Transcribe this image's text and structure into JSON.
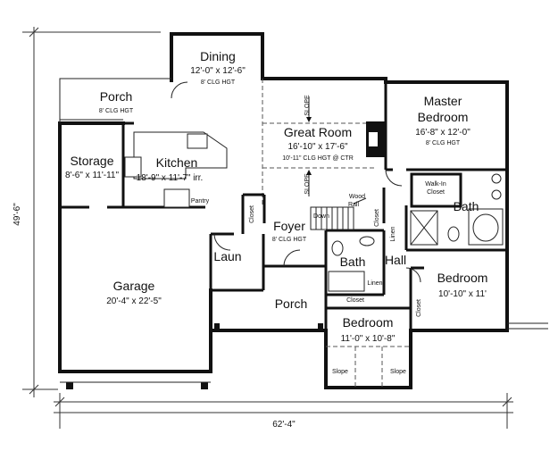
{
  "dimensions": {
    "depth": "49'-6\"",
    "width": "62'-4\""
  },
  "rooms": {
    "dining": {
      "name": "Dining",
      "size": "12'-0\" x 12'-6\"",
      "ceiling": "8' CLG HGT"
    },
    "porch_rear": {
      "name": "Porch",
      "ceiling": "8' CLG HGT"
    },
    "great_room": {
      "name": "Great Room",
      "size": "16'-10\" x 17'-6\"",
      "ceiling": "10'-11\" CLG HGT @ CTR"
    },
    "master": {
      "name_line1": "Master",
      "name_line2": "Bedroom",
      "size": "16'-8\" x 12'-0\"",
      "ceiling": "8' CLG HGT"
    },
    "storage": {
      "name": "Storage",
      "size": "8'-6\" x 11'-11\""
    },
    "kitchen": {
      "name": "Kitchen",
      "size": "18'-9\" x 11'-7\" irr."
    },
    "walkin": {
      "line1": "Walk-In",
      "line2": "Closet"
    },
    "master_bath": {
      "name": "Bath"
    },
    "foyer": {
      "name": "Foyer",
      "ceiling": "8' CLG HGT"
    },
    "laundry": {
      "name": "Laun"
    },
    "bath2": {
      "name": "Bath"
    },
    "hall": {
      "name": "Hall"
    },
    "bedroom2": {
      "name": "Bedroom",
      "size": "10'-10\" x 11'"
    },
    "garage": {
      "name": "Garage",
      "size": "20'-4\" x 22'-5\""
    },
    "porch_front": {
      "name": "Porch"
    },
    "bedroom3": {
      "name": "Bedroom",
      "size": "11'-0\" x 10'-8\""
    }
  },
  "labels": {
    "slope": "SLOPE",
    "slope_small": "Slope",
    "pantry": "Pantry",
    "closet": "Closet",
    "linen": "Linen",
    "down": "Down",
    "wood_rail_1": "Wood",
    "wood_rail_2": "Rail"
  }
}
